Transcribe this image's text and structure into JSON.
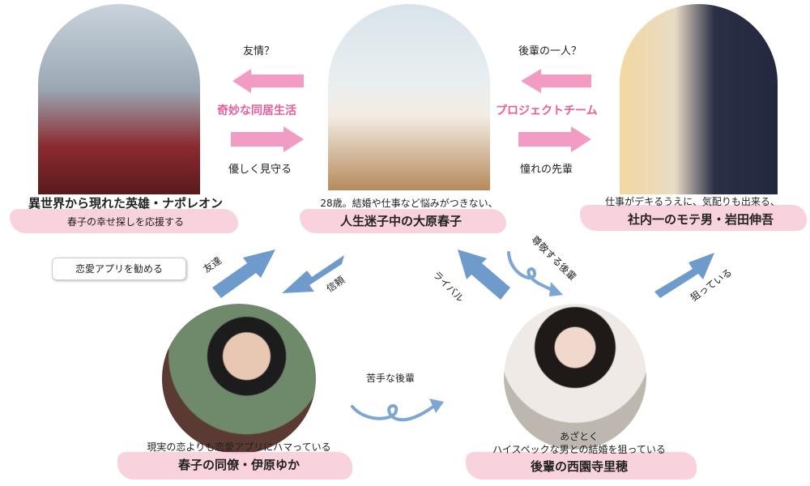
{
  "characters": {
    "napoleon": {
      "desc": "異世界から現れた英雄・ナポレオン",
      "name": "春子の幸せ探しを応援する"
    },
    "haruko": {
      "desc": "28歳。結婚や仕事など悩みがつきない、",
      "name": "人生迷子中の大原春子"
    },
    "iwata": {
      "desc": "仕事がデキるうえに、気配りも出来る、",
      "name": "社内一のモテ男・岩田伸吾"
    },
    "yuka": {
      "desc": "現実の恋よりも恋愛アプリにハマっている",
      "name": "春子の同僚・伊原ゆか"
    },
    "riho": {
      "desc1": "あざとく",
      "desc2": "ハイスペックな男との結婚を狙っている",
      "name": "後輩の西園寺里穂"
    }
  },
  "relations": {
    "left_top": "友情？",
    "left_mid": "奇妙な同居生活",
    "left_bottom": "優しく見守る",
    "right_top": "後輩の一人？",
    "right_mid": "プロジェクトチーム",
    "right_bottom": "憧れの先輩",
    "friend": "友達",
    "trust": "信頼",
    "rival": "ライバル",
    "respect": "尊敬する後輩",
    "target": "狙っている",
    "weak": "苦手な後輩"
  },
  "bubble": "恋愛アプリを勧める",
  "colors": {
    "pink_arrow": "#f39cc3",
    "blue_arrow": "#6f9bcc",
    "brush": "#f7cdd8"
  }
}
